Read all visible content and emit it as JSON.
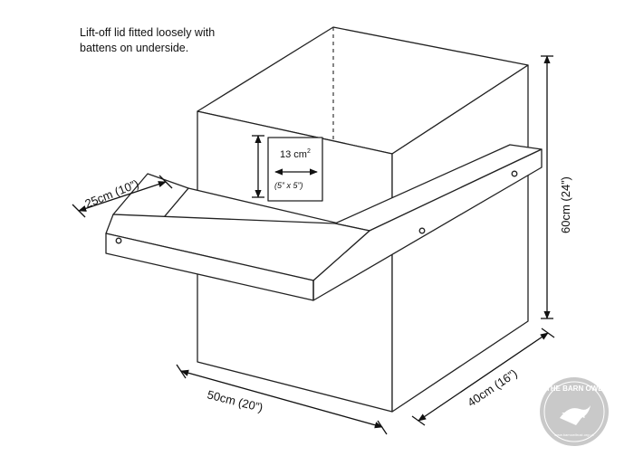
{
  "note": {
    "line1": "Lift-off lid fitted loosely with",
    "line2": "battens on underside."
  },
  "opening": {
    "area": "13 cm",
    "area_sup": "2",
    "size": "(5” x  5”)"
  },
  "dimensions": {
    "ledge": "25cm (10”)",
    "height": "60cm (24”)",
    "width": "50cm (20”)",
    "depth": "40cm (16”)"
  },
  "logo": {
    "text_top": "THE BARN OWL",
    "text_mid": "TRUST",
    "text_url": "www.barnowltrust.org.uk"
  }
}
